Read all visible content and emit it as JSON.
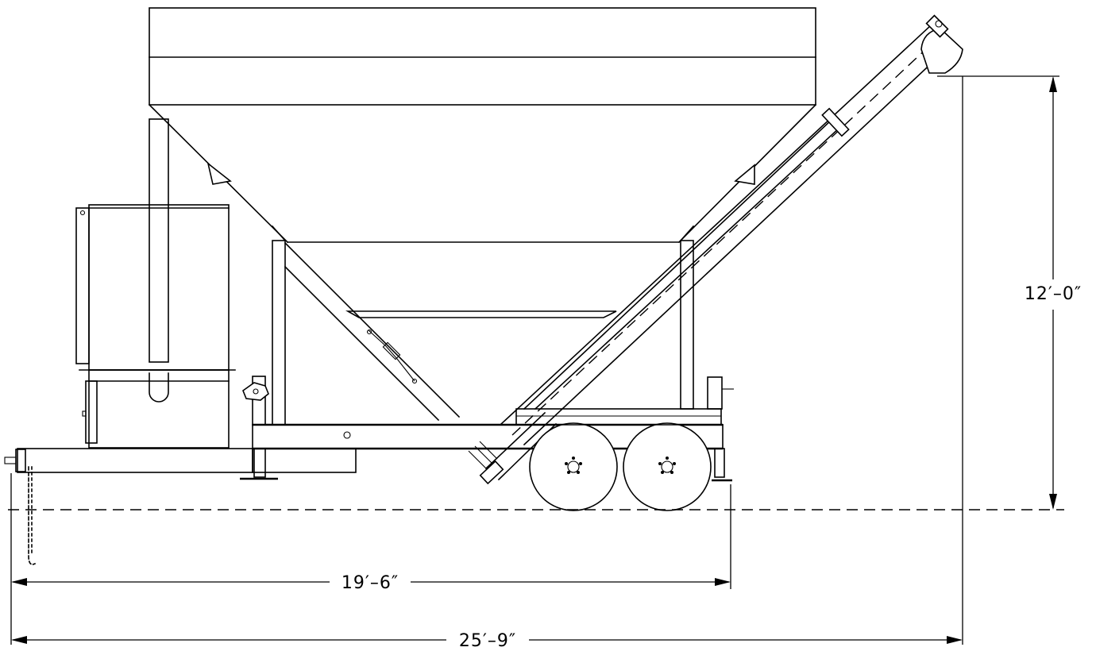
{
  "dimensions": {
    "height_label": "12′–0″",
    "trailer_length_label": "19′–6″",
    "overall_length_label": "25′–9″"
  },
  "colors": {
    "line": "#000000",
    "background": "#ffffff"
  }
}
